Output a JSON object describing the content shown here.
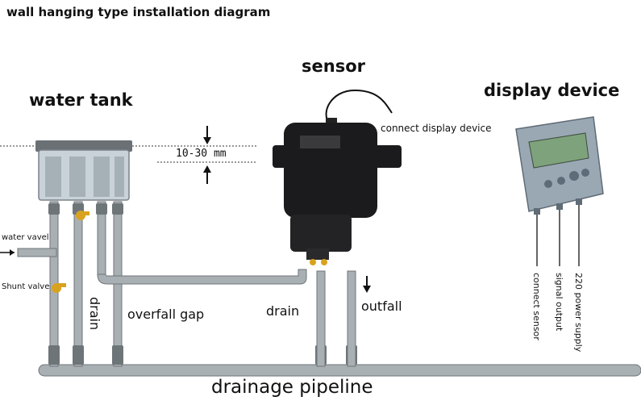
{
  "title": "wall hanging type installation diagram",
  "labels": {
    "water_tank": "water tank",
    "sensor": "sensor",
    "display_device": "display device",
    "connect_display_device": "connect display device",
    "gap": "10-30 mm",
    "water_valve": "water vavel",
    "shunt_valve": "Shunt valve",
    "drain_left": "drain",
    "overfall_gap": "overfall gap",
    "drain_center": "drain",
    "outfall": "outfall",
    "drainage_pipeline": "drainage pipeline",
    "connect_sensor": "connect sensor",
    "signal_output": "signal output",
    "power_supply": "220 power supply"
  },
  "colors": {
    "pipe": "#a9b0b4",
    "pipe_dark": "#6e7579",
    "sensor_body": "#1b1b1d",
    "display_body": "#9aa8b4",
    "display_screen": "#7ea37c",
    "valve": "#d9a21e"
  }
}
